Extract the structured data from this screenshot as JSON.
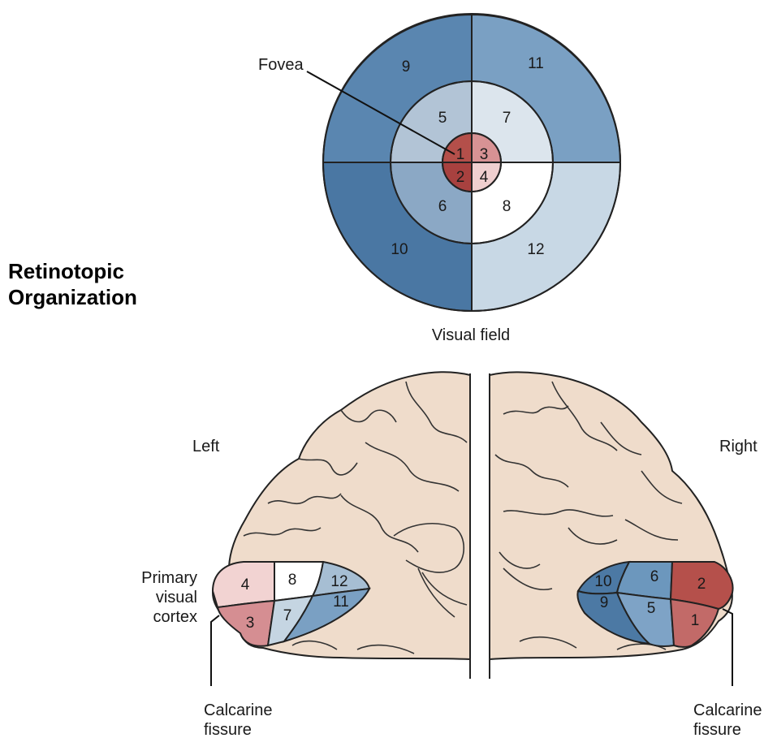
{
  "heading": {
    "line1": "Retinotopic",
    "line2": "Organization"
  },
  "visual_field": {
    "caption": "Visual field",
    "fovea_label": "Fovea",
    "regions": {
      "r1": "1",
      "r2": "2",
      "r3": "3",
      "r4": "4",
      "r5": "5",
      "r6": "6",
      "r7": "7",
      "r8": "8",
      "r9": "9",
      "r10": "10",
      "r11": "11",
      "r12": "12"
    }
  },
  "brain": {
    "left_label": "Left",
    "right_label": "Right",
    "cortex_label": [
      "Primary",
      "visual",
      "cortex"
    ],
    "fissure_label_left": [
      "Calcarine",
      "fissure"
    ],
    "fissure_label_right": [
      "Calcarine",
      "fissure"
    ],
    "left_regions": {
      "r3": "3",
      "r4": "4",
      "r7": "7",
      "r8": "8",
      "r11": "11",
      "r12": "12"
    },
    "right_regions": {
      "r1": "1",
      "r2": "2",
      "r5": "5",
      "r6": "6",
      "r9": "9",
      "r10": "10"
    }
  },
  "colors": {
    "foveal_red": "#b5504b",
    "brain_skin": "#efdccb",
    "dark_blue": "#4c79a4",
    "mid_blue": "#6c97bd",
    "light_blue": "#a6bed3",
    "pale_blue": "#c5d5e2",
    "pale_pink": "#f2d3d2",
    "pink": "#d58e92",
    "white": "#ffffff"
  }
}
